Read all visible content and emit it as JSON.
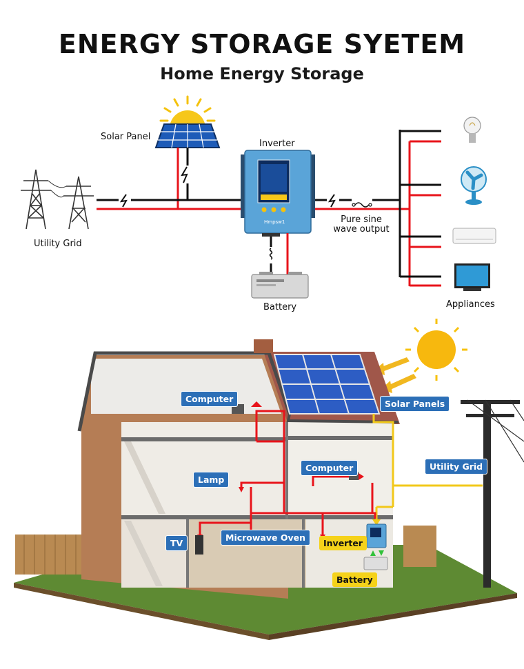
{
  "header": {
    "title": "ENERGY STORAGE SYETEM",
    "subtitle": "Home Energy Storage"
  },
  "schematic": {
    "solar_panel": "Solar Panel",
    "inverter": "Inverter",
    "inverter_brand": "Hmpsw1",
    "utility_grid": "Utility Grid",
    "output_line1": "Pure sine",
    "output_line2": "wave output",
    "battery": "Battery",
    "appliances": "Appliances"
  },
  "house": {
    "labels": {
      "computer_attic": "Computer",
      "solar_panels": "Solar Panels",
      "utility_grid": "Utility Grid",
      "lamp": "Lamp",
      "computer_bedroom": "Computer",
      "tv": "TV",
      "microwave": "Microwave Oven",
      "inverter": "Inverter",
      "battery": "Battery"
    }
  },
  "colors": {
    "ac_line": "#e8141b",
    "dc_line": "#111111",
    "grid_line": "#f2c81a",
    "inverter_body": "#5aa4d8",
    "label_blue": "#2c6fb7",
    "label_yellow": "#f5d21a"
  },
  "icons": [
    "sun-icon",
    "solar-panel-icon",
    "transmission-tower-icon",
    "lightning-icon",
    "fuse-icon",
    "bulb-icon",
    "fan-icon",
    "air-conditioner-icon",
    "tv-icon",
    "battery-icon",
    "utility-pole-icon",
    "arrow-icon"
  ]
}
